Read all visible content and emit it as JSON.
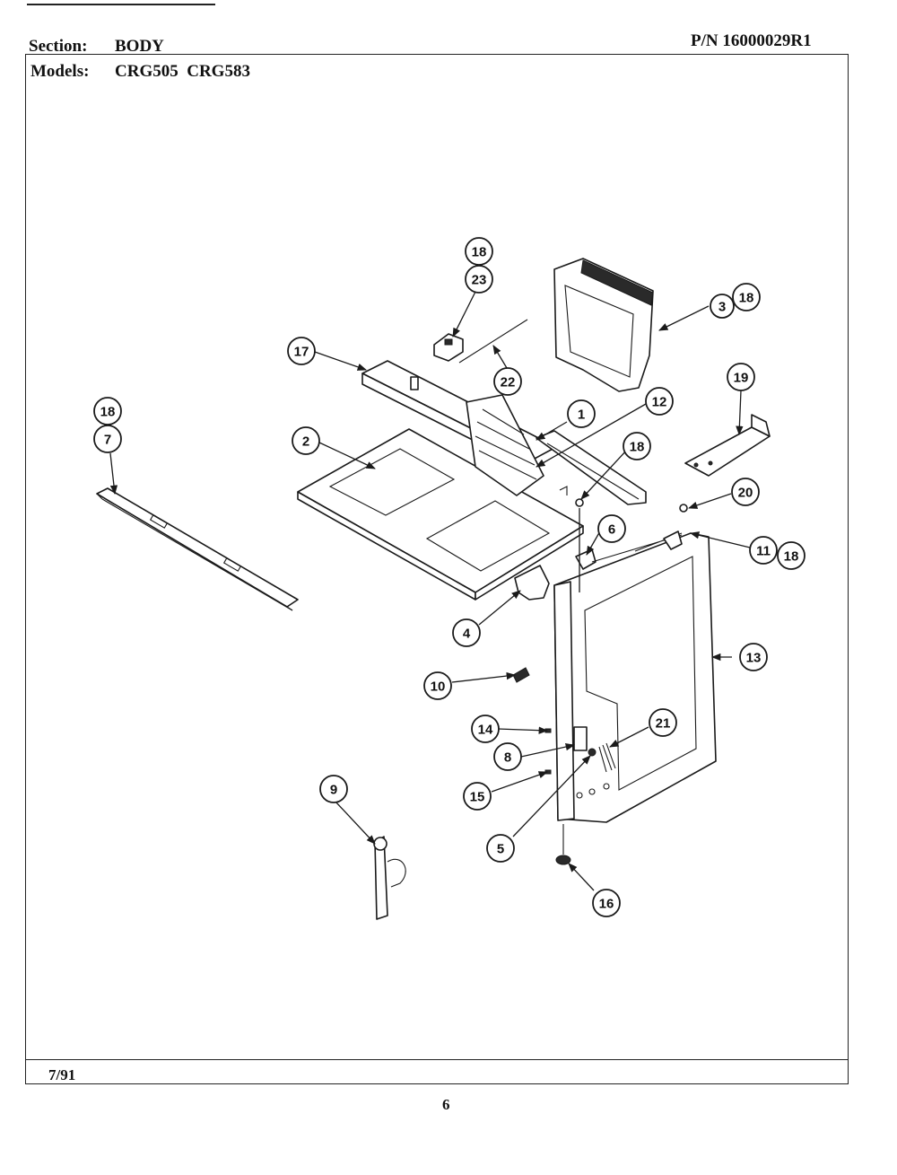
{
  "header": {
    "section_label": "Section:",
    "section_value": "BODY",
    "part_number": "P/N 16000029R1",
    "models_label": "Models:",
    "models_value": "CRG505  CRG583"
  },
  "footer": {
    "date": "7/91",
    "page_number": "6"
  },
  "callouts": [
    "18",
    "23",
    "3",
    "18",
    "17",
    "22",
    "19",
    "18",
    "7",
    "2",
    "1",
    "12",
    "18",
    "20",
    "6",
    "11",
    "18",
    "4",
    "13",
    "10",
    "14",
    "21",
    "8",
    "9",
    "15",
    "5",
    "16"
  ]
}
